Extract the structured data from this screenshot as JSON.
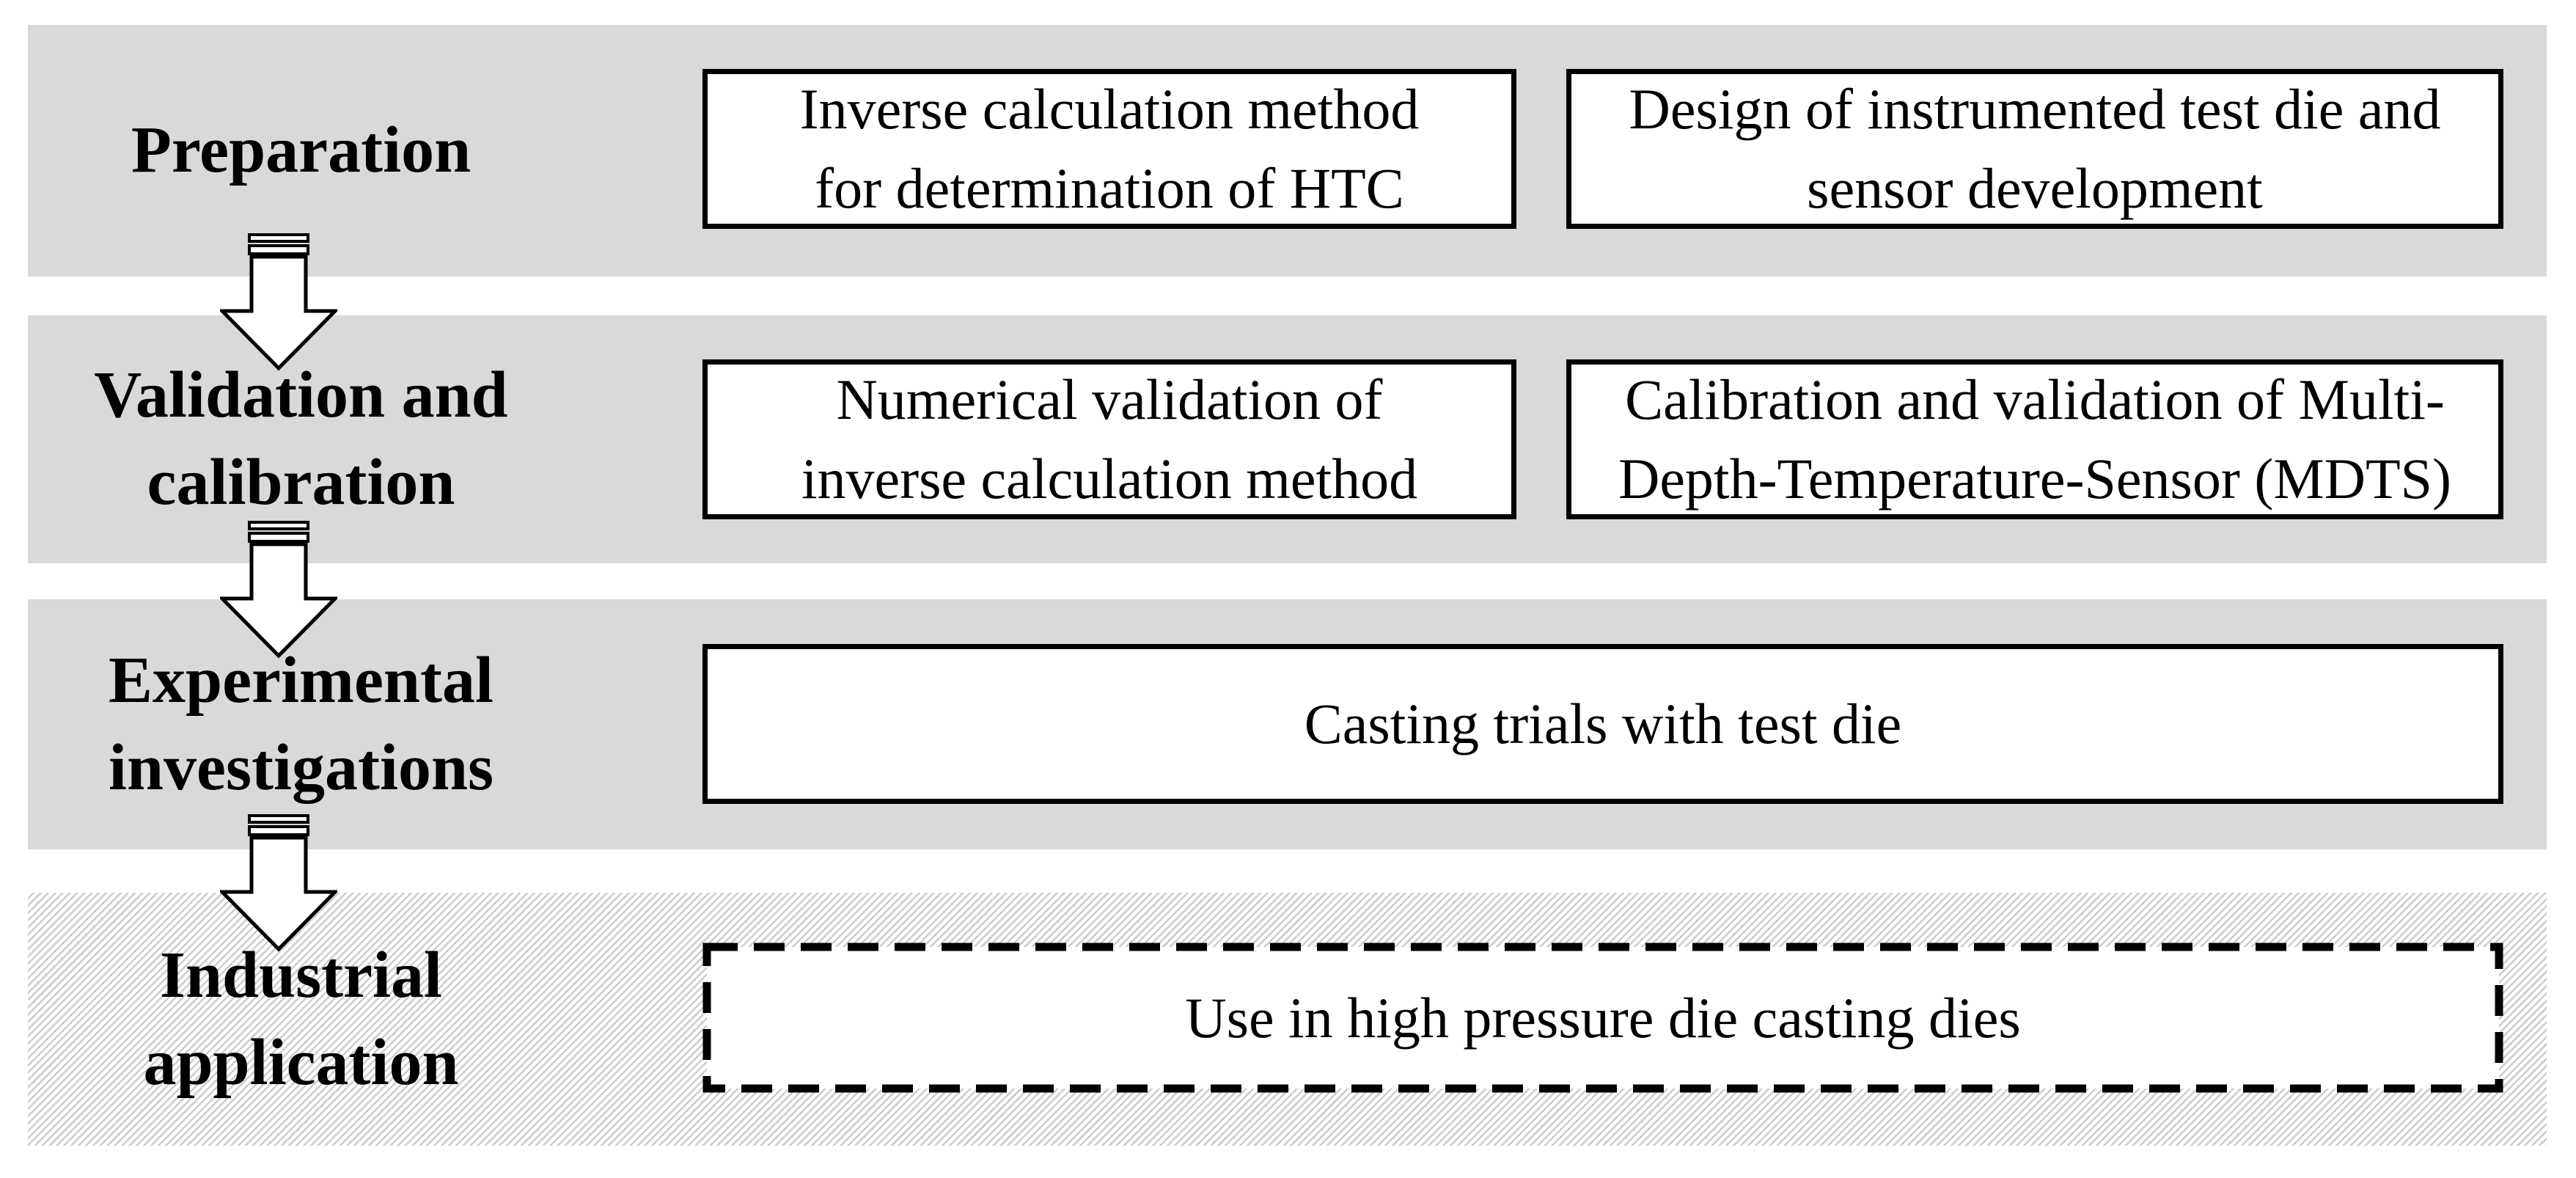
{
  "figure": {
    "stages": [
      {
        "label": "Preparation",
        "boxes": [
          "Inverse calculation method\nfor determination of HTC",
          "Design of instrumented test die and\nsensor development"
        ]
      },
      {
        "label": "Validation and\ncalibration",
        "boxes": [
          "Numerical validation of\ninverse calculation method",
          "Calibration and validation of Multi-\nDepth-Temperature-Sensor (MDTS)"
        ]
      },
      {
        "label": "Experimental\ninvestigations",
        "boxes": [
          "Casting trials with test die"
        ]
      },
      {
        "label": "Industrial\napplication",
        "boxes": [
          "Use in high pressure die casting dies"
        ]
      }
    ],
    "colors": {
      "band_fill": "#d9d9d9",
      "box_fill": "#ffffff",
      "box_border": "#000000",
      "hatch_line": "#cccccc",
      "text": "#000000"
    }
  }
}
